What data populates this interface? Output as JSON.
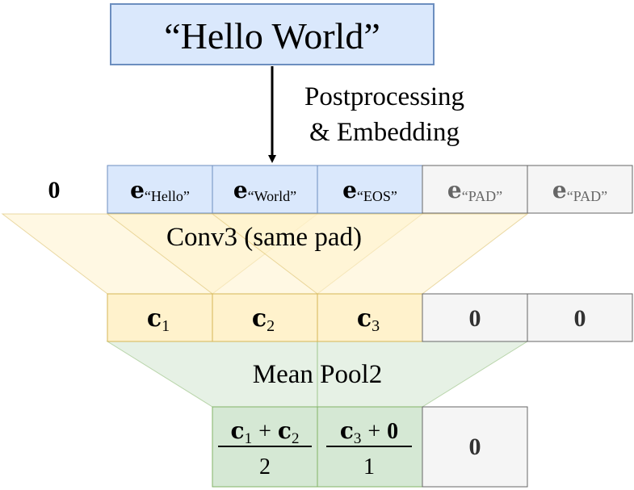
{
  "input_text": "“Hello World”",
  "arrow_label": {
    "line1": "Postprocessing",
    "line2": "& Embedding"
  },
  "embedding_row": {
    "left_pad": "0",
    "cells": [
      {
        "base": "e",
        "sub": "“Hello”"
      },
      {
        "base": "e",
        "sub": "“World”"
      },
      {
        "base": "e",
        "sub": "“EOS”"
      },
      {
        "base": "e",
        "sub": "“PAD”"
      },
      {
        "base": "e",
        "sub": "“PAD”"
      }
    ]
  },
  "conv_label": "Conv3 (same pad)",
  "conv_row": {
    "cells": [
      {
        "base": "c",
        "sub": "1"
      },
      {
        "base": "c",
        "sub": "2"
      },
      {
        "base": "c",
        "sub": "3"
      }
    ],
    "zeros": [
      "0",
      "0"
    ]
  },
  "pool_label": "Mean Pool2",
  "pool_row": {
    "fractions": [
      {
        "num_a": "c",
        "num_a_sub": "1",
        "op": "+",
        "num_b": "c",
        "num_b_sub": "2",
        "den": "2"
      },
      {
        "num_a": "c",
        "num_a_sub": "3",
        "op": "+",
        "num_b": "0",
        "num_b_sub": "",
        "den": "1"
      }
    ],
    "zero": "0"
  },
  "colors": {
    "blue_fill": "#dae8fc",
    "blue_stroke": "#6c8ebf",
    "gray_fill": "#f5f5f5",
    "gray_stroke": "#666666",
    "yellow_fill": "#fff2cc",
    "yellow_stroke": "#d6b656",
    "green_fill": "#d5e8d4",
    "green_stroke": "#82b366"
  }
}
